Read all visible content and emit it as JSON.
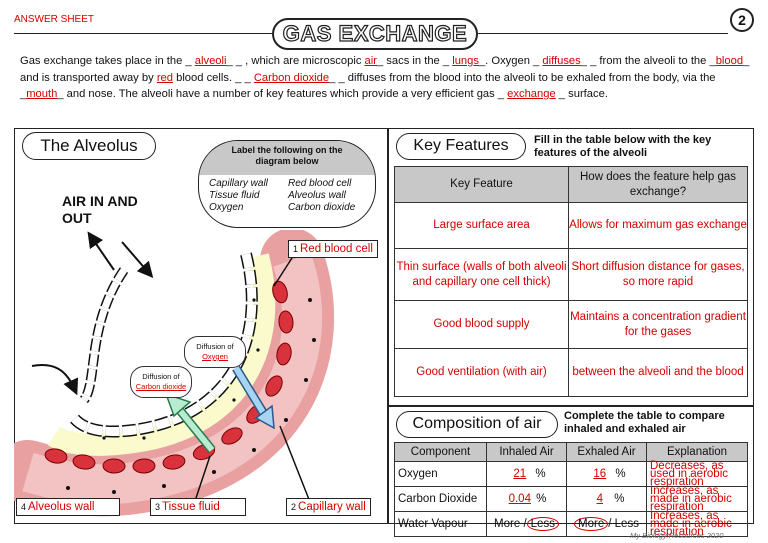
{
  "header": {
    "answer_sheet": "ANSWER SHEET",
    "title": "GAS EXCHANGE",
    "page_number": "2"
  },
  "intro": {
    "t1": "Gas exchange takes place in the _ ",
    "a1": "alveoli",
    "t2": "_ _ , which are microscopic ",
    "a2": "air",
    "t3": "_ sacs in the _ ",
    "a3": "lungs",
    "t4": "_. Oxygen _ ",
    "a4": "diffuses",
    "t5": "_ _ from the alveoli to the _",
    "a5": "blood",
    "t6": "_ and is transported away by ",
    "a6": "red",
    "t7": " blood cells. _ _ ",
    "a7": "Carbon dioxide",
    "t8": "_ _ diffuses from the blood into the alveoli to be exhaled from the body, via the _",
    "a8": "mouth",
    "t9": "_ and nose. The alveoli have a number of key features which provide a very efficient gas _ ",
    "a9": "exchange",
    "t10": " _ surface."
  },
  "alveolus_panel": {
    "title": "The Alveolus",
    "instruction": "Label the following on the diagram below",
    "label_options": [
      "Capillary wall",
      "Red blood cell",
      "Tissue fluid",
      "Alveolus wall",
      "Oxygen",
      "Carbon dioxide"
    ],
    "air_text": "AIR IN AND OUT",
    "diffusion_oxygen": {
      "prefix": "Diffusion of",
      "gas": "Oxygen"
    },
    "diffusion_co2": {
      "prefix": "Diffusion of",
      "gas": "Carbon dioxide"
    },
    "labels": [
      {
        "num": "1",
        "text": "Red blood cell"
      },
      {
        "num": "2",
        "text": "Capillary wall"
      },
      {
        "num": "3",
        "text": "Tissue fluid"
      },
      {
        "num": "4",
        "text": "Alveolus wall"
      }
    ]
  },
  "key_features": {
    "title": "Key Features",
    "instruction": "Fill in the table below with the key features of the alveoli",
    "headers": [
      "Key Feature",
      "How does the feature help gas exchange?"
    ],
    "rows": [
      [
        "Large surface area",
        "Allows for maximum gas exchange"
      ],
      [
        "Thin surface (walls of both alveoli and capillary one cell thick)",
        "Short diffusion distance for gases, so more rapid"
      ],
      [
        "Good blood supply",
        "Maintains a concentration gradient for the gases"
      ],
      [
        "Good ventilation (with air)",
        "between the alveoli and the blood"
      ]
    ]
  },
  "composition": {
    "title": "Composition of air",
    "instruction": "Complete the table to compare inhaled and exhaled air",
    "headers": [
      "Component",
      "Inhaled Air",
      "Exhaled Air",
      "Explanation"
    ],
    "rows": [
      {
        "component": "Oxygen",
        "inhaled": "21",
        "exhaled": "16",
        "unit": "%",
        "explanation": "Decreases, as used in aerobic respiration"
      },
      {
        "component": "Carbon Dioxide",
        "inhaled": "0.04",
        "exhaled": "4",
        "unit": "%",
        "explanation": "Increases, as made in aerobic respiration"
      },
      {
        "component": "Water Vapour",
        "inhaled_more": "More",
        "inhaled_less": "Less",
        "exhaled_more": "More",
        "exhaled_less": "Less",
        "slash": "/",
        "explanation": "Increases, as made in aerobic respiration"
      }
    ]
  },
  "footer": "My Biology Resources 2020",
  "colors": {
    "answer": "#d40000",
    "header_fill": "#c8c8c8",
    "capillary": "#e8a0a0",
    "rbc": "#d8323c",
    "tissue_fluid": "#fafacc"
  }
}
